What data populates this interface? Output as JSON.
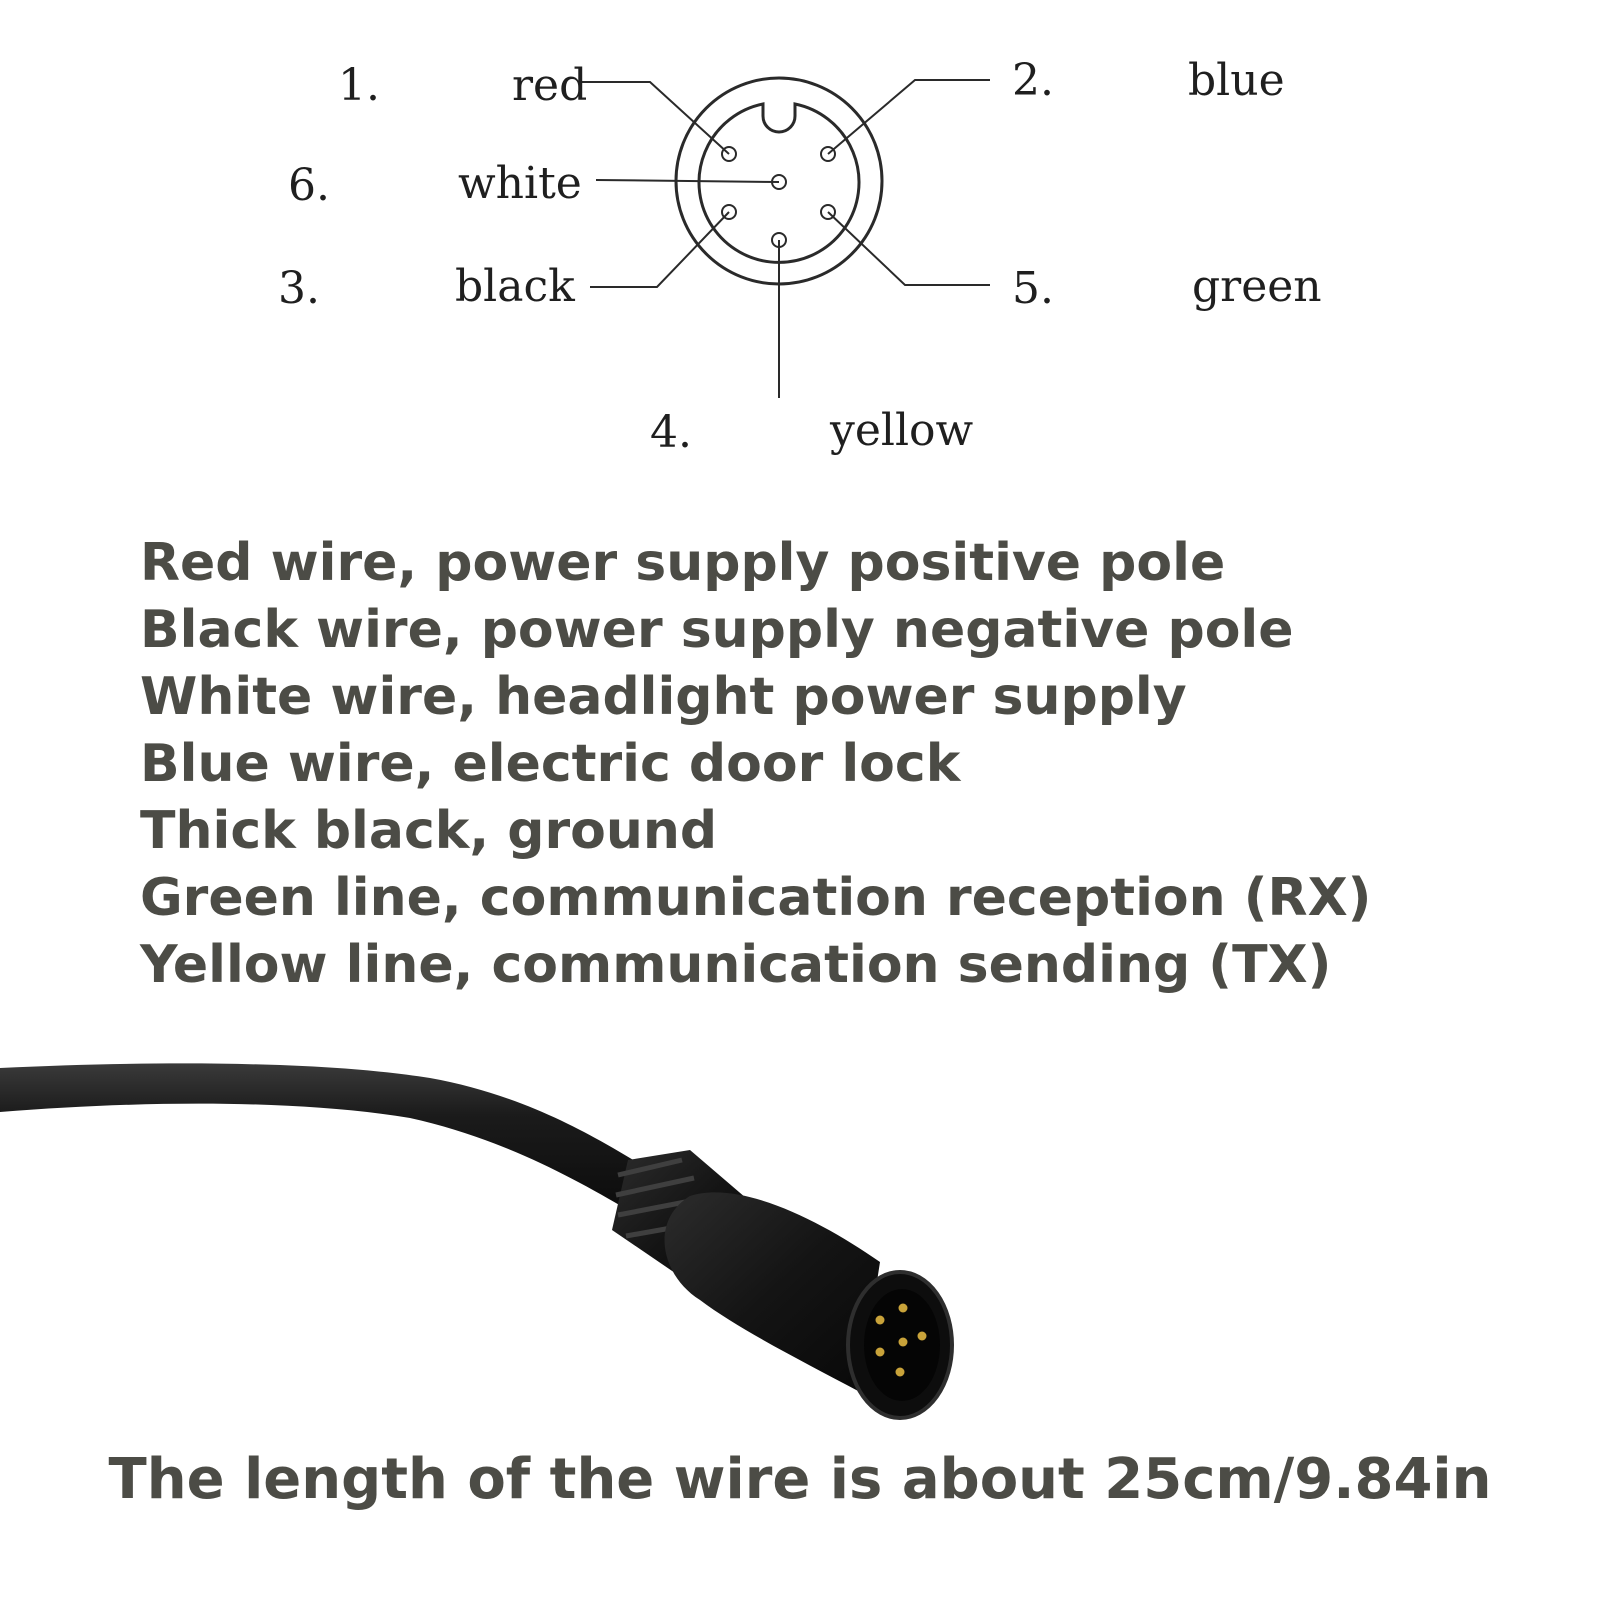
{
  "pinout": {
    "pins": [
      {
        "number": "1.",
        "color": "red"
      },
      {
        "number": "2.",
        "color": "blue"
      },
      {
        "number": "6.",
        "color": "white"
      },
      {
        "number": "3.",
        "color": "black"
      },
      {
        "number": "5.",
        "color": "green"
      },
      {
        "number": "4.",
        "color": "yellow"
      }
    ]
  },
  "descriptions": [
    "Red wire, power supply positive pole",
    "Black wire, power supply negative pole",
    "White wire, headlight power supply",
    "Blue wire, electric door lock",
    "Thick black, ground",
    "Green line, communication reception (RX)",
    "Yellow line, communication sending (TX)"
  ],
  "caption": "The length of the wire is about 25cm/9.84in",
  "colors": {
    "text": "#4c4c46",
    "cable": "#1a1a1a",
    "pin_gold": "#c9a33a"
  }
}
